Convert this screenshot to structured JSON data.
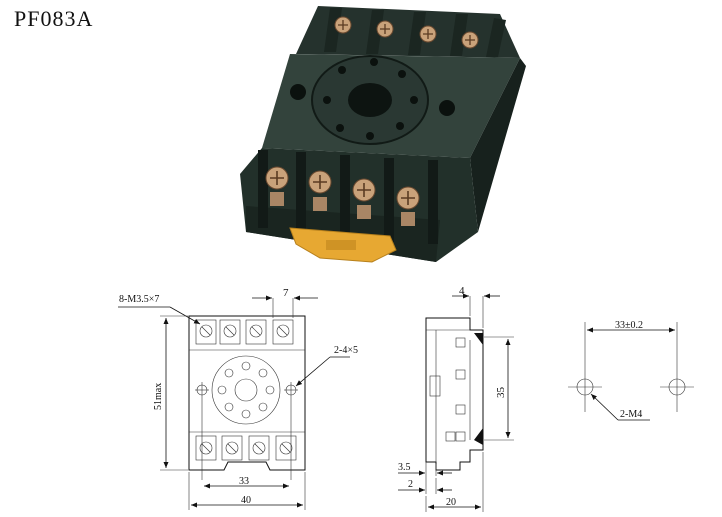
{
  "title": "PF083A",
  "drawing": {
    "labels": {
      "terminal_screws": "8-M3.5×7",
      "terminal_pitch": "7",
      "mount_holes": "2-4×5",
      "height_max": "51max",
      "hole_spacing": "33",
      "width": "40",
      "side_top": "4",
      "side_height": "35",
      "side_step": "3.5",
      "side_base": "2",
      "side_depth": "20",
      "panel_spacing": "33±0.2",
      "panel_holes": "2-M4"
    }
  },
  "colors": {
    "socket_body": "#2c3a34",
    "socket_shadow": "#17211d",
    "clip": "#e7a832",
    "screw": "#c9a27a",
    "line": "#111111"
  },
  "icons": {
    "photo": "relay-socket-photo",
    "front": "socket-front-view",
    "side": "socket-side-view",
    "panel": "panel-hole-pattern"
  }
}
